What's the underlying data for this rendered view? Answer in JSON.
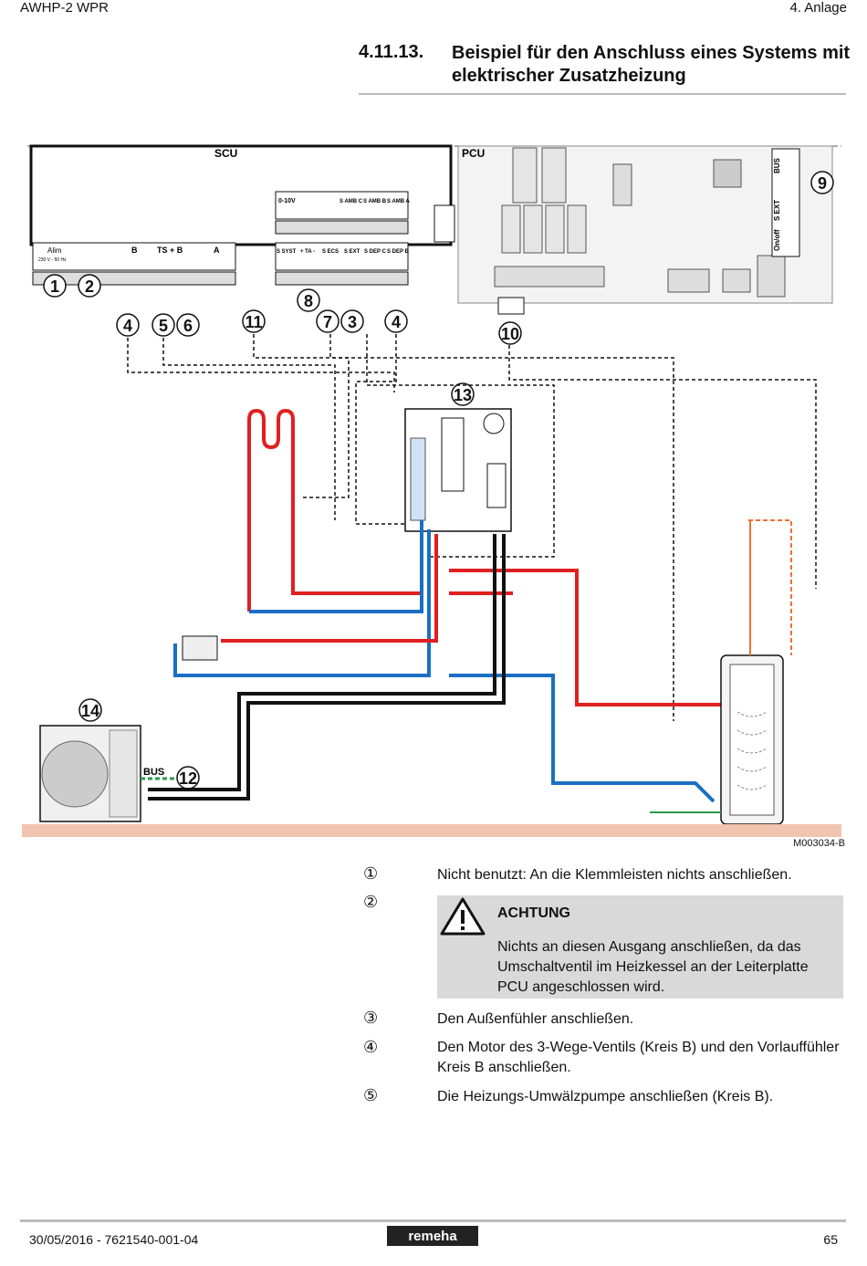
{
  "header": {
    "product": "AWHP-2 WPR",
    "chapter": "4.  Anlage"
  },
  "section": {
    "number": "4.11.13.",
    "title": "Beispiel für den Anschluss eines Systems mit elektrischer Zusatzheizung"
  },
  "diagram": {
    "board_labels": {
      "scu": "SCU",
      "pcu": "PCU",
      "bus": "BUS"
    },
    "terminal_groups_top": [
      "0-10V",
      "S AMB C",
      "S AMB B",
      "S AMB A"
    ],
    "terminal_groups_bottom": [
      "Alim",
      "B",
      "TS + B",
      "A",
      "S SYST",
      "+ TA -",
      "S ECS",
      "S EXT",
      "S DEP C",
      "S DEP B"
    ],
    "alim_sub": "230 V - 50 Hz",
    "callouts": [
      "1",
      "2",
      "4",
      "5",
      "6",
      "11",
      "8",
      "7",
      "3",
      "4",
      "10",
      "9",
      "13",
      "14",
      "12"
    ],
    "reference": "M003034-B"
  },
  "items": [
    {
      "num": "①",
      "text": "Nicht benutzt: An die Klemmleisten nichts anschließen."
    },
    {
      "num": "②",
      "text": ""
    },
    {
      "num": "③",
      "text": "Den Außenfühler anschließen."
    },
    {
      "num": "④",
      "text": "Den Motor des 3-Wege-Ventils (Kreis B) und den Vorlauffühler Kreis B anschließen."
    },
    {
      "num": "⑤",
      "text": "Die Heizungs-Umwälzpumpe anschließen (Kreis B)."
    }
  ],
  "warning": {
    "title": "ACHTUNG",
    "text": "Nichts an diesen Ausgang anschließen, da das Umschaltventil im Heizkessel an der Leiterplatte PCU angeschlossen wird."
  },
  "footer": {
    "doc": "30/05/2016 - 7621540-001-04",
    "logo": "remeha",
    "page": "65"
  },
  "colors": {
    "hot": "#e02020",
    "cold": "#1a6fc4",
    "ground": "#f2c4b0",
    "warning_bg": "#d9d9d9"
  }
}
